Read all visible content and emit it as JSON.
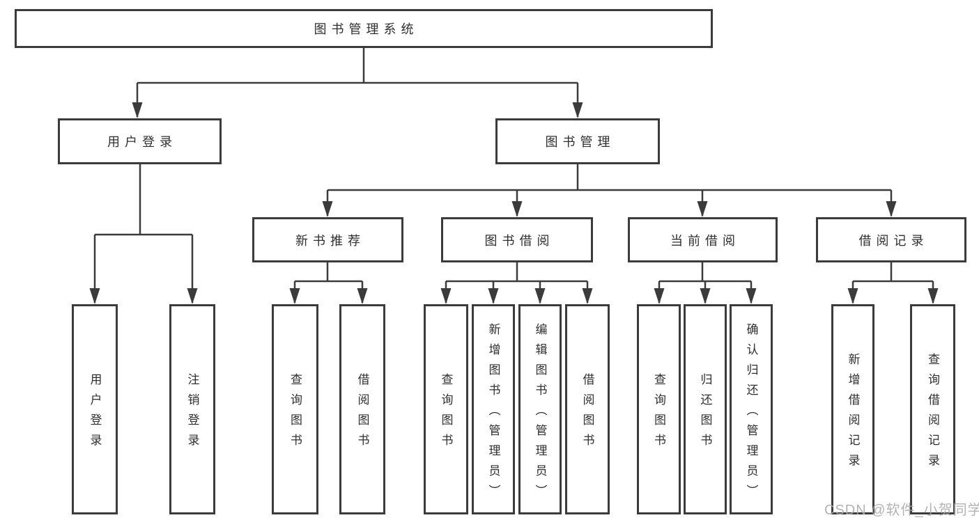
{
  "diagram": {
    "type": "hierarchy-tree",
    "levels": 4,
    "colors": {
      "line": "#3b3b3b",
      "box_border": "#3b3b3b",
      "box_fill": "#ffffff",
      "text": "#2f2f2f",
      "watermark": "#a9a9a9"
    }
  },
  "nodes": {
    "root": "图书管理系统",
    "login": "用户登录",
    "mgmt": "图书管理",
    "login_user": "用户登录",
    "login_logout": "注销登录",
    "rec": "新书推荐",
    "rec_query": "查询图书",
    "rec_borrow": "借阅图书",
    "bor": "图书借阅",
    "bor_query": "查询图书",
    "bor_add": "新增图书（管理员）",
    "bor_edit": "编辑图书（管理员）",
    "bor_borrow": "借阅图书",
    "cur": "当前借阅",
    "cur_query": "查询图书",
    "cur_return": "归还图书",
    "cur_confirm": "确认归还（管理员）",
    "hist": "借阅记录",
    "hist_add": "新增借阅记录",
    "hist_query": "查询借阅记录"
  },
  "watermark": {
    "text": "CSDN @软件_小贺同学"
  }
}
